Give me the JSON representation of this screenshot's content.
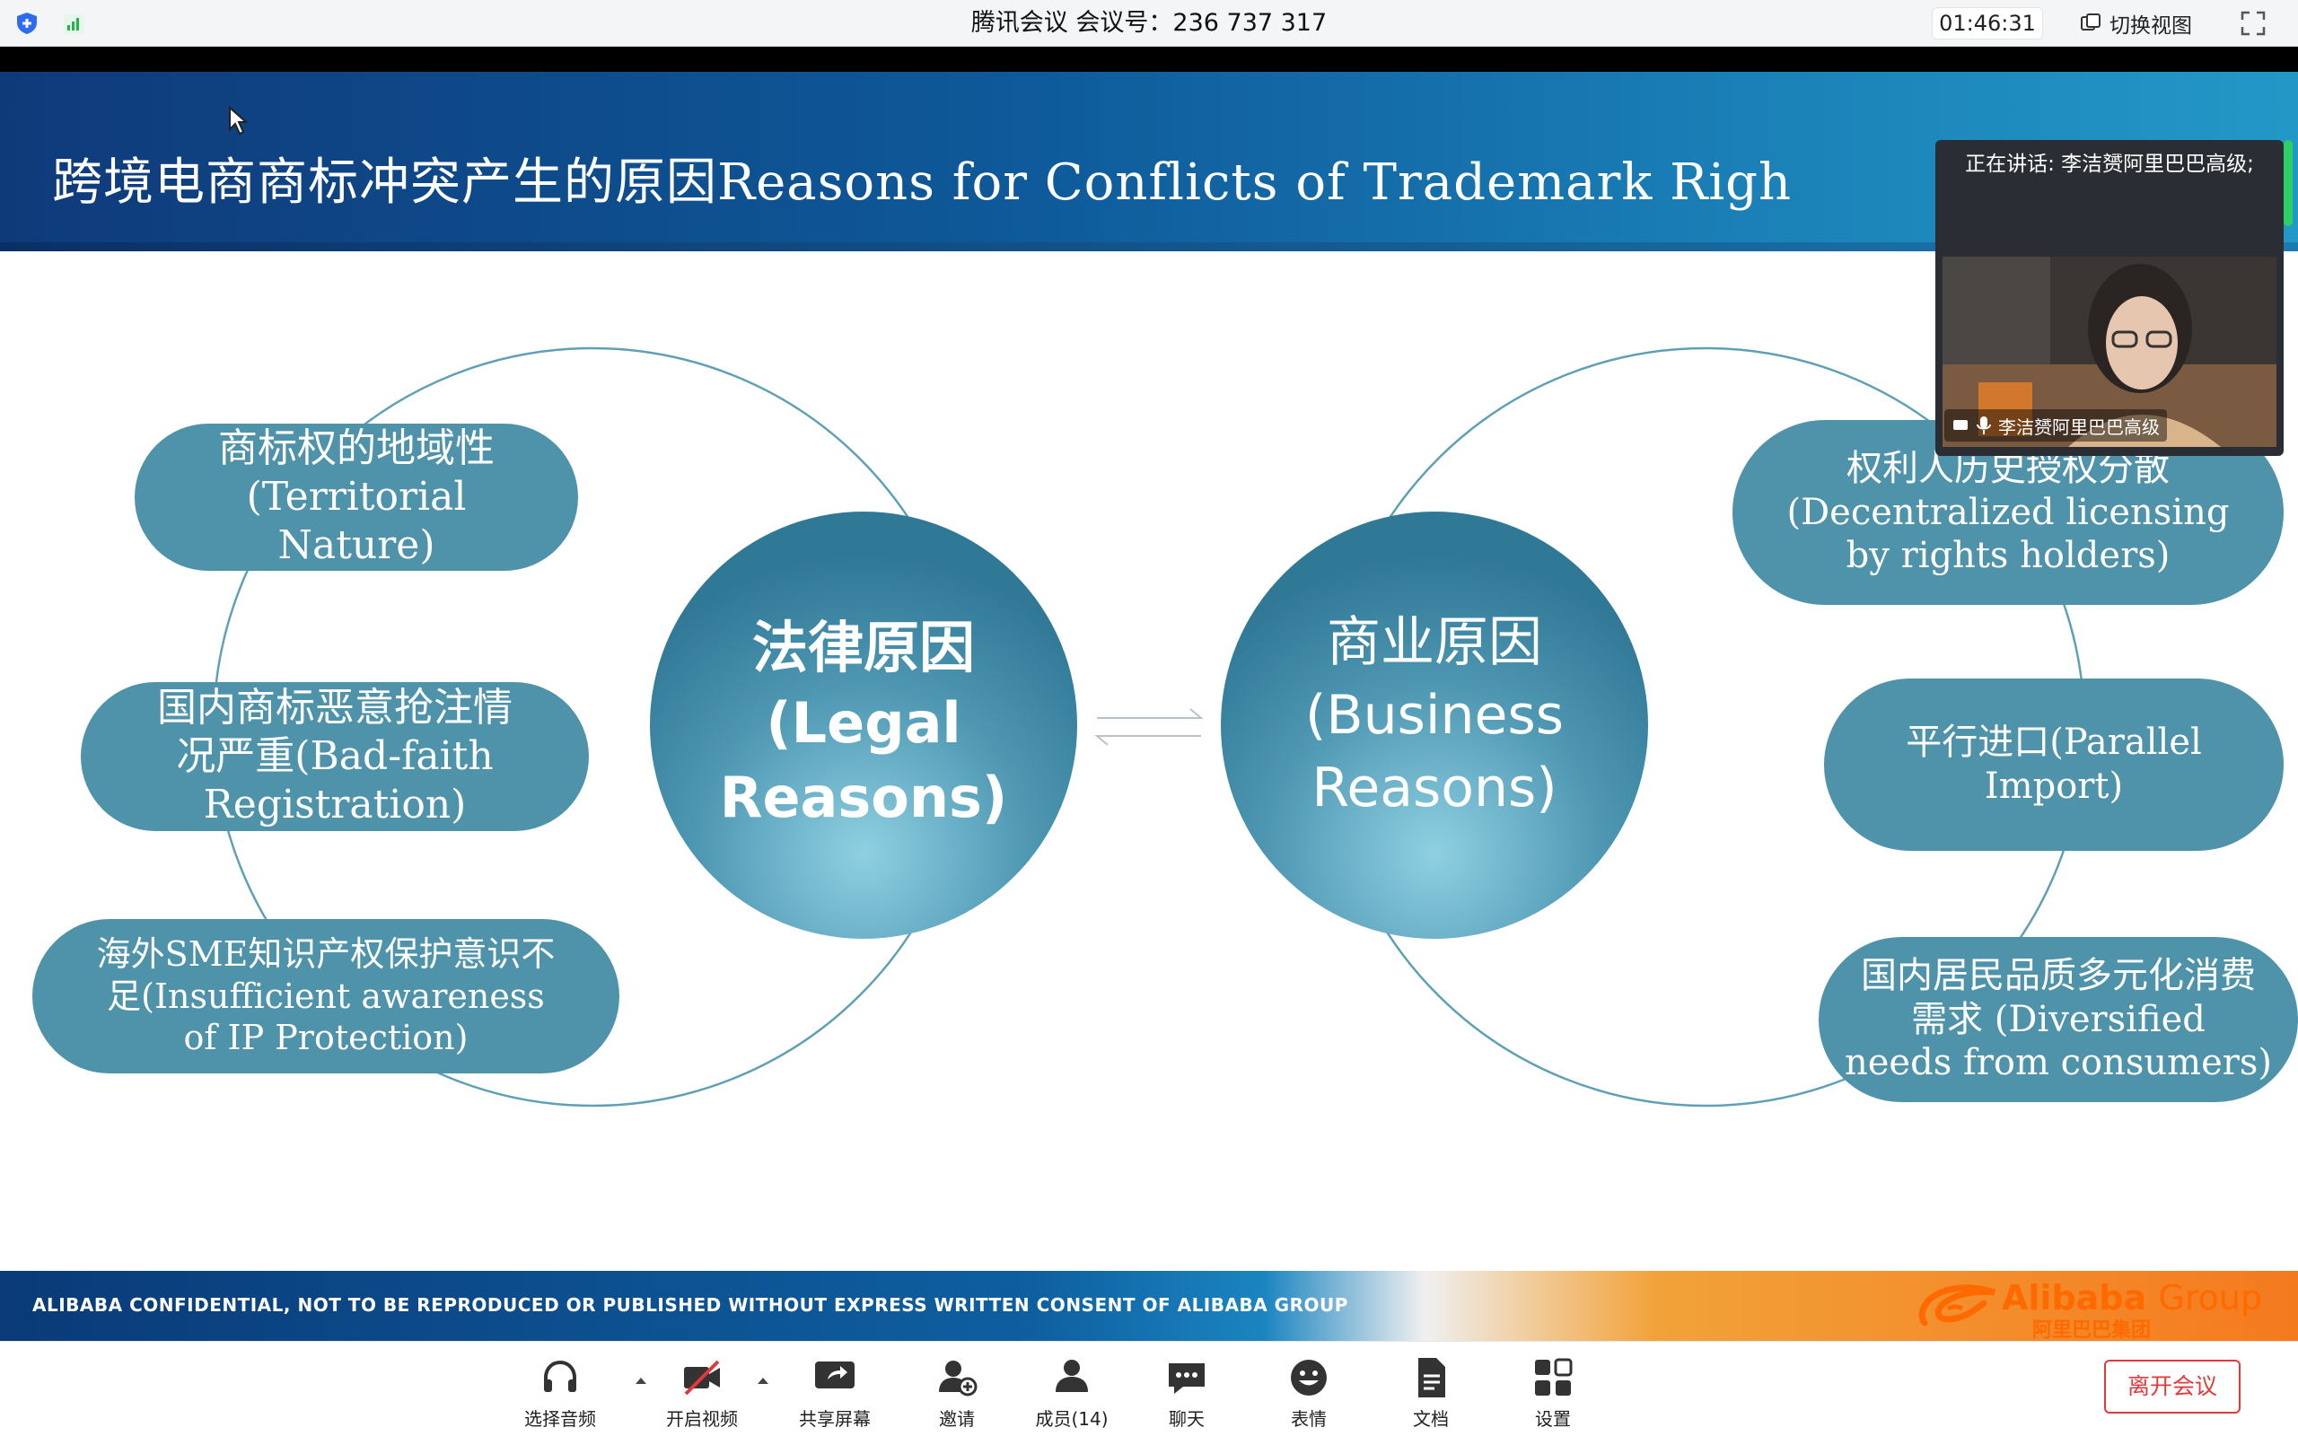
{
  "topbar": {
    "meeting_title": "腾讯会议 会议号：236 737 317",
    "timer": "01:46:31",
    "switch_view_label": "切换视图"
  },
  "slide": {
    "title": "跨境电商商标冲突产生的原因Reasons for Conflicts of Trademark Righ",
    "legal": {
      "line1": "法律原因",
      "line2": "(Legal",
      "line3": "Reasons)"
    },
    "business": {
      "line1": "商业原因",
      "line2": "(Business",
      "line3": "Reasons)"
    },
    "legal_items": [
      {
        "line1": "商标权的地域性",
        "line2": "(Territorial",
        "line3": "Nature)"
      },
      {
        "line1": "国内商标恶意抢注情",
        "line2": "况严重(Bad-faith",
        "line3": "Registration)"
      },
      {
        "line1": "海外SME知识产权保护意识不",
        "line2": "足(Insufficient awareness",
        "line3": "of IP Protection)"
      }
    ],
    "business_items": [
      {
        "line1": "权利人历史授权分散",
        "line2": "(Decentralized licensing",
        "line3": "by rights holders)"
      },
      {
        "line1": "平行进口(Parallel",
        "line2": "Import)",
        "line3": ""
      },
      {
        "line1": "国内居民品质多元化消费",
        "line2": "需求 (Diversified",
        "line3": "needs from consumers)"
      }
    ],
    "footer": "ALIBABA CONFIDENTIAL, NOT TO BE REPRODUCED OR PUBLISHED WITHOUT EXPRESS WRITTEN CONSENT OF ALIBABA GROUP",
    "logo_en": "Alibaba",
    "logo_en2": "Group",
    "logo_cn": "阿里巴巴集团"
  },
  "speaker": {
    "label": "正在讲话: 李洁赟阿里巴巴高级;",
    "name": "李洁赟阿里巴巴高级"
  },
  "toolbar": {
    "audio": "选择音频",
    "video": "开启视频",
    "share": "共享屏幕",
    "invite": "邀请",
    "members": "成员(14)",
    "chat": "聊天",
    "emoji": "表情",
    "docs": "文档",
    "settings": "设置",
    "leave": "离开会议"
  },
  "colors": {
    "pill": "#4f93ab",
    "circle": "#3f8aa6",
    "header": "#0e5a9a",
    "accent_orange": "#ff6a00",
    "leave_red": "#e23a3a"
  }
}
